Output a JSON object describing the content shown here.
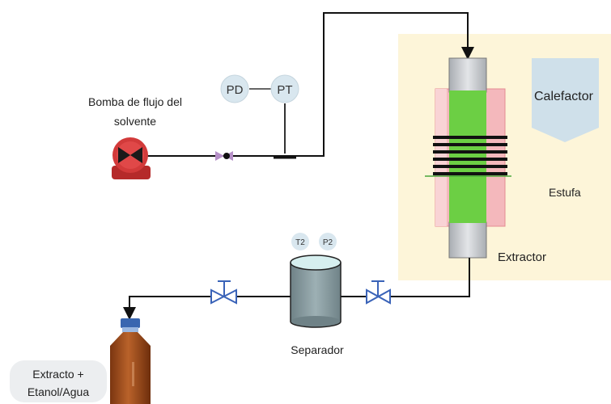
{
  "labels": {
    "pump_line1": "Bomba de flujo del",
    "pump_line2": "solvente",
    "pd": "PD",
    "pt": "PT",
    "heater": "Calefactor",
    "oven": "Estufa",
    "extractor": "Extractor",
    "t2": "T2",
    "p2": "P2",
    "separator": "Separador",
    "product_line1": "Extracto +",
    "product_line2": "Etanol/Agua"
  },
  "colors": {
    "oven_fill": "#fdf5d9",
    "heater_fill": "#cfe0ea",
    "extractor_green": "#6ccf44",
    "jacket_pink": "#f4b8bc",
    "cap_gray": "#c9ccd0",
    "valve_blue": "#3a63b8",
    "separator_gray": "#8ea1a6",
    "separator_top": "#d6efef",
    "gauge_fill": "#d9e7ef",
    "pump_red": "#d23a3a",
    "bottle_amber": "#a04e1c",
    "bottle_cap": "#3a66b0",
    "line": "#111111"
  },
  "icons": [
    "pump-icon",
    "check-valve-icon",
    "needle-valve-icon",
    "collection-bottle-icon"
  ]
}
